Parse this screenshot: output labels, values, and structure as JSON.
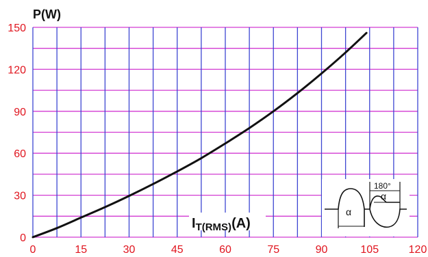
{
  "chart_data": {
    "type": "line",
    "ylabel": "P(W)",
    "xlabel_main": "I",
    "xlabel_sub": "T(RMS)",
    "xlabel_unit": "(A)",
    "xlim": [
      0,
      120
    ],
    "ylim": [
      0,
      150
    ],
    "xticks": [
      0,
      15,
      30,
      45,
      60,
      75,
      90,
      105,
      120
    ],
    "yticks": [
      0,
      30,
      60,
      90,
      120,
      150
    ],
    "x_minor_step": 7.5,
    "y_minor_step": 15,
    "grid": true,
    "series": [
      {
        "x": [
          0,
          7.5,
          15,
          22.5,
          30,
          37.5,
          45,
          52.5,
          60,
          67.5,
          75,
          82.5,
          90,
          97.5,
          104
        ],
        "y": [
          0,
          6.5,
          14,
          21.5,
          29.5,
          38,
          47,
          56.5,
          67,
          78,
          90,
          103,
          117,
          132,
          146
        ]
      }
    ],
    "colors": {
      "grid_major_x": "#3c46d2",
      "grid_minor_x": "#3c46d2",
      "grid_y": "#d23ad2",
      "tick_labels": "#e0141e",
      "curve": "#111111"
    },
    "inset": {
      "alpha_left": "α",
      "alpha_right": "α",
      "angle": "180°"
    }
  }
}
